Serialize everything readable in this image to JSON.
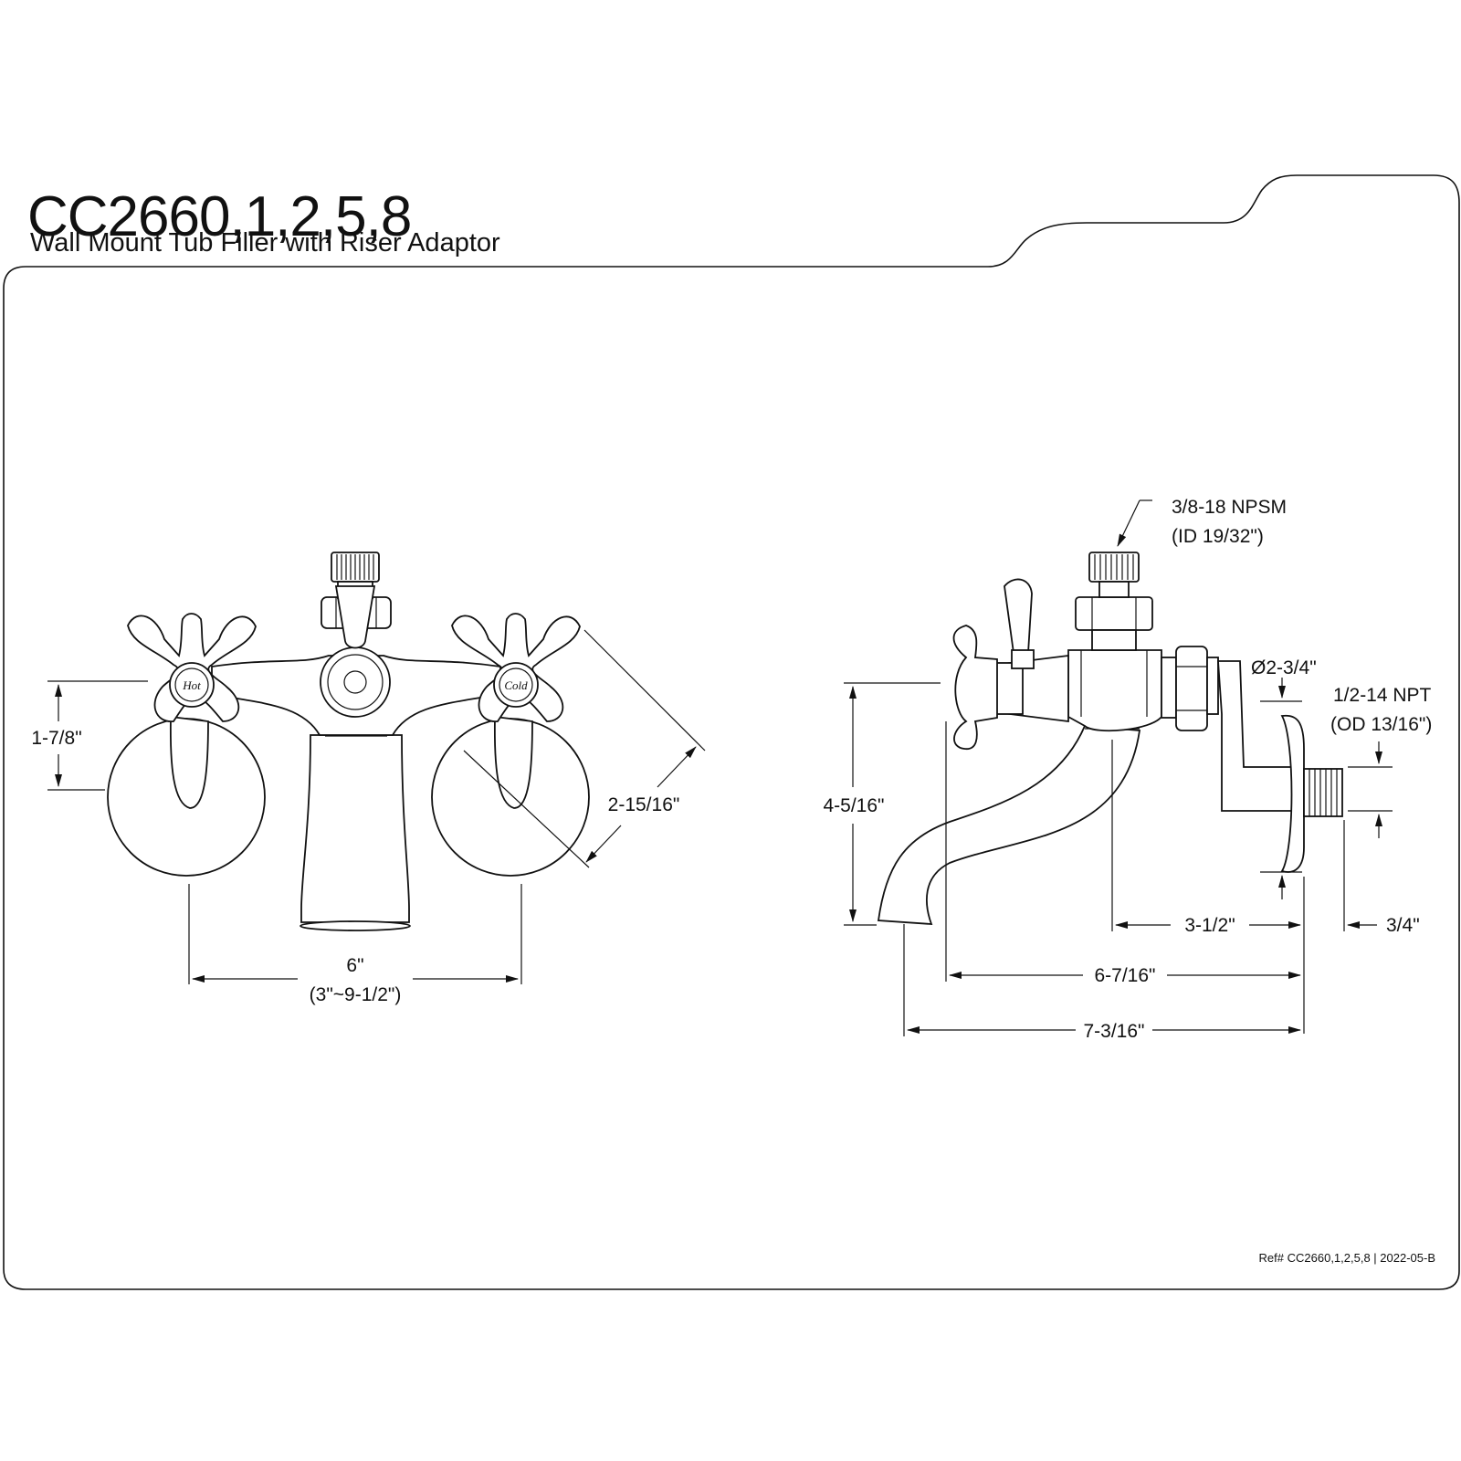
{
  "header": {
    "model": "CC2660,1,2,5,8",
    "subtitle": "Wall Mount Tub Filler with Riser Adaptor"
  },
  "front_view": {
    "handle_hot_label": "Hot",
    "handle_cold_label": "Cold",
    "dim_handle_height": "1-7/8\"",
    "dim_handle_diag": "2-15/16\"",
    "dim_center": "6\"",
    "dim_center_range": "(3\"~9-1/2\")"
  },
  "side_view": {
    "callout_thread": "3/8-18 NPSM",
    "callout_thread_id": "(ID 19/32\")",
    "dim_flange_dia": "Ø2-3/4\"",
    "callout_npt": "1/2-14 NPT",
    "callout_npt_od": "(OD 13/16\")",
    "dim_height": "4-5/16\"",
    "dim_spout_to_wall": "3-1/2\"",
    "dim_nipple": "3/4\"",
    "dim_handle_to_wall": "6-7/16\"",
    "dim_overall": "7-3/16\""
  },
  "footer": {
    "ref": "Ref# CC2660,1,2,5,8 | 2022-05-B"
  }
}
